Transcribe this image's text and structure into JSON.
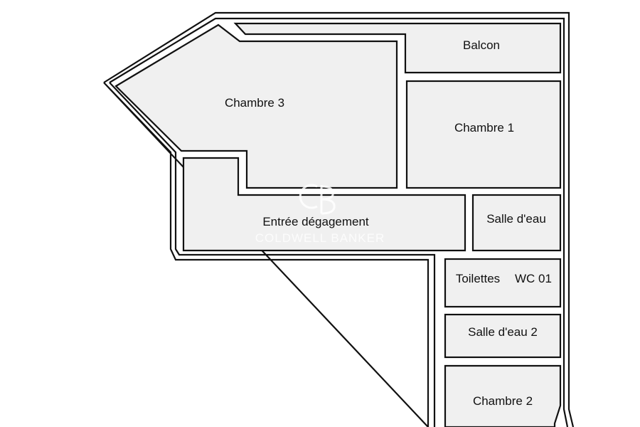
{
  "plan": {
    "fill_color": "#f0f0f0",
    "line_color": "#111111",
    "rooms": {
      "balcon": "Balcon",
      "chambre_3": "Chambre 3",
      "chambre_1": "Chambre 1",
      "entree": "Entrée dégagement",
      "salle_eau": "Salle d'eau",
      "toilettes": "Toilettes",
      "wc": "WC 01",
      "salle_eau_2": "Salle d'eau 2",
      "chambre_2": "Chambre 2"
    }
  },
  "watermark": {
    "brand": "COLDWELL BANKER",
    "logo": "cb-monogram"
  }
}
